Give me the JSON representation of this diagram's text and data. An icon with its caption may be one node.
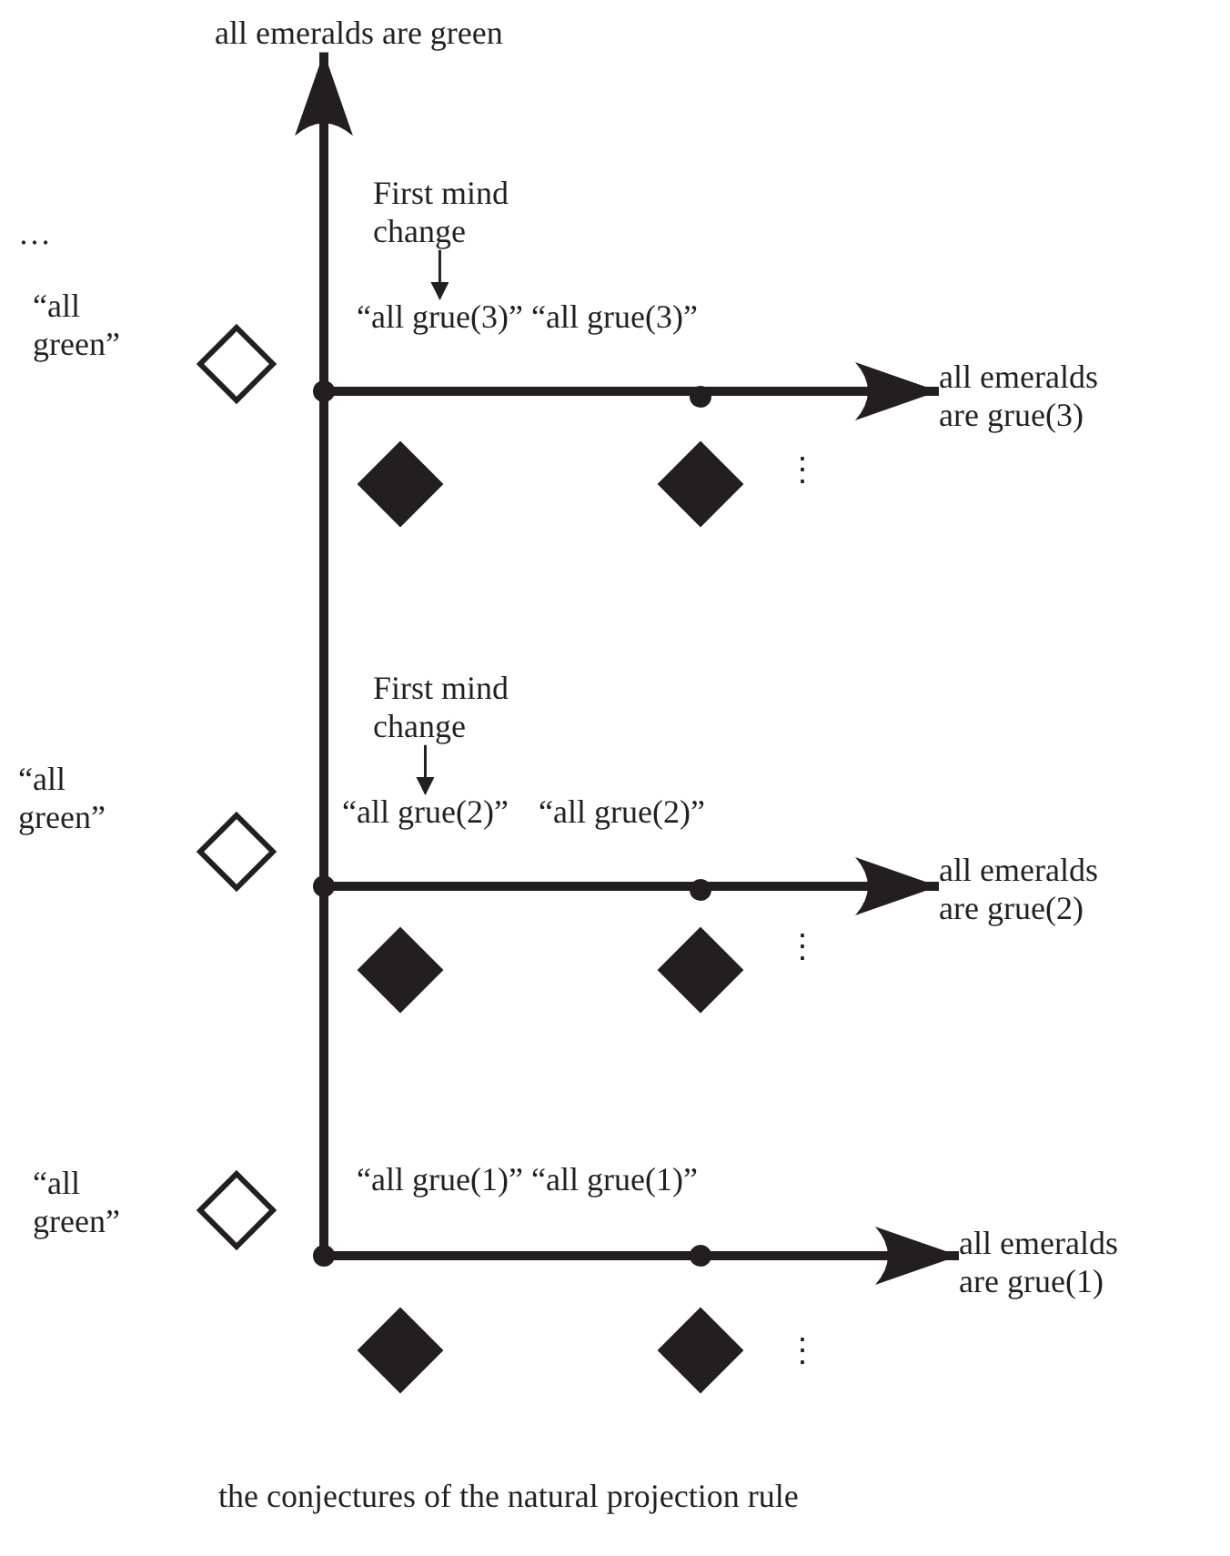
{
  "diagram": {
    "caption": "the conjectures of the natural projection rule",
    "nodes": [
      {
        "text": [
          "all emeralds are green"
        ]
      },
      {
        "text": [
          "First mind change"
        ]
      },
      {
        "text": [
          "“all grue(3)”"
        ]
      },
      {
        "text": [
          "all emeralds are grue(3)"
        ]
      },
      {
        "text": [
          "First mind change"
        ]
      },
      {
        "text": [
          "“all grue(2)”"
        ]
      },
      {
        "text": [
          "all emeralds are grue(2)"
        ]
      },
      {
        "text": [
          "all emeralds are grue(1)"
        ]
      }
    ],
    "edges": [
      {
        "from": null,
        "to": 0,
        "arrow": "to"
      },
      {
        "from": null,
        "to": 3,
        "arrow": "to"
      },
      {
        "from": 1,
        "to": 2,
        "arrow": "to"
      },
      {
        "from": null,
        "to": 6,
        "arrow": "to"
      },
      {
        "from": 4,
        "to": 5,
        "arrow": "to"
      },
      {
        "from": null,
        "to": 7,
        "arrow": "to"
      }
    ],
    "labels": [
      "…",
      "“all green”",
      "“all grue(3)”",
      "⋮",
      "“all green”",
      "“all grue(2)”",
      "⋮",
      "“all green”",
      "“all grue(1)”",
      "“all grue(1)”",
      "⋮"
    ]
  }
}
